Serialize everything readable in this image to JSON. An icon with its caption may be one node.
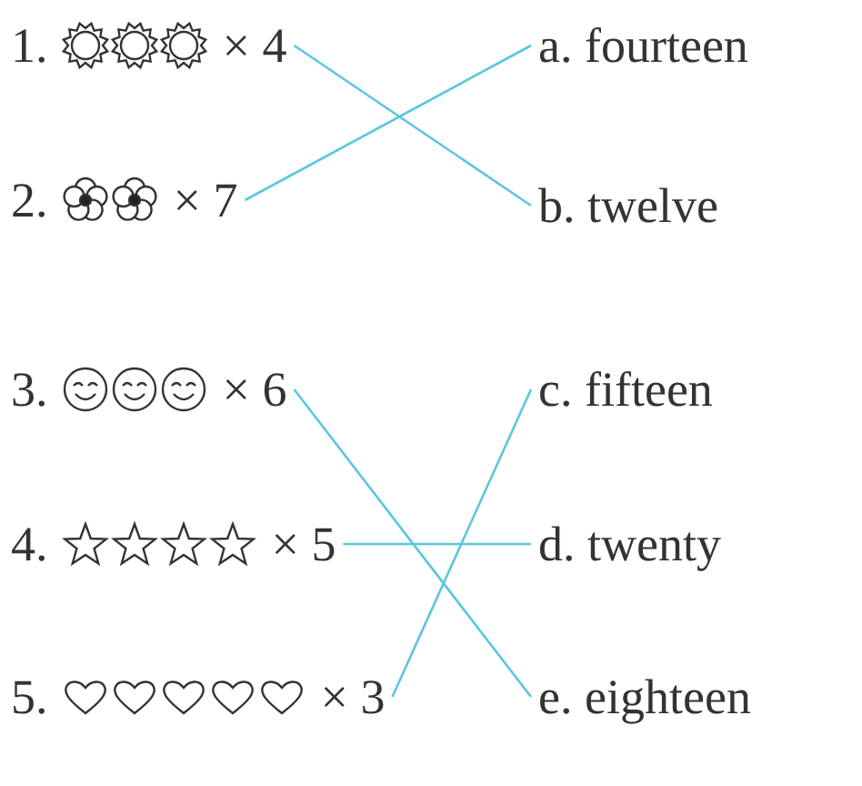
{
  "diagram": {
    "nodes": [
      {
        "text": [
          "1.",
          "× 4"
        ]
      },
      {
        "text": [
          "2.",
          "× 7"
        ]
      },
      {
        "text": [
          "3.",
          "× 6"
        ]
      },
      {
        "text": [
          "4.",
          "× 5"
        ]
      },
      {
        "text": [
          "5.",
          "× 3"
        ]
      },
      {
        "text": [
          "a. fourteen"
        ]
      },
      {
        "text": [
          "b. twelve"
        ]
      },
      {
        "text": [
          "c. fifteen"
        ]
      },
      {
        "text": [
          "d. twenty"
        ]
      },
      {
        "text": [
          "e. eighteen"
        ]
      }
    ],
    "edges": [
      {
        "from": 0,
        "to": 6,
        "arrow": "none"
      },
      {
        "from": 1,
        "to": 5,
        "arrow": "none"
      },
      {
        "from": 2,
        "to": 9,
        "arrow": "none"
      },
      {
        "from": 3,
        "to": 8,
        "arrow": "none"
      },
      {
        "from": 4,
        "to": 7,
        "arrow": "none"
      }
    ]
  }
}
